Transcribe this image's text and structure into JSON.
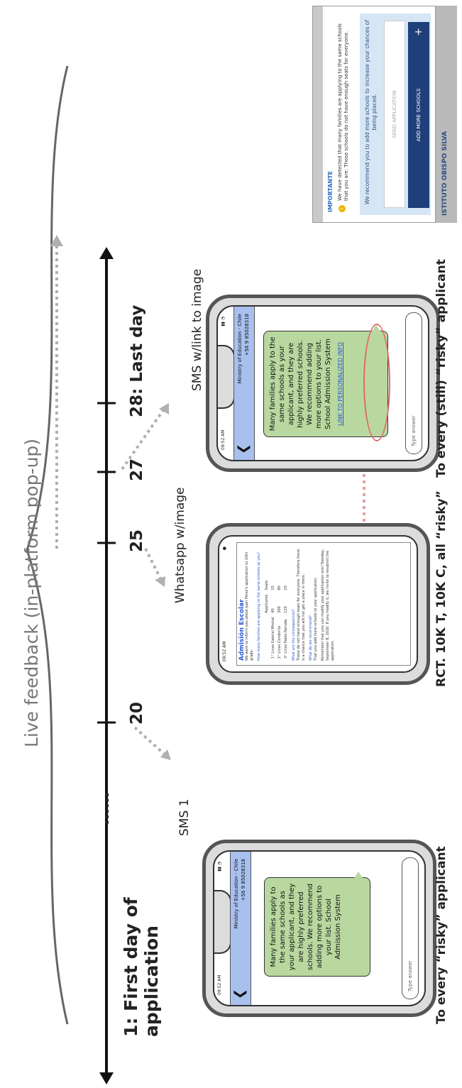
{
  "live_feedback_label": "Live feedback (in-platform pop-up)",
  "timeline": {
    "start_label_line1": "1: First day of",
    "start_label_line2": "application",
    "ellipsis": "......",
    "ticks": [
      "20",
      "25",
      "27",
      "28: Last day"
    ]
  },
  "channels": {
    "sms1": "SMS 1",
    "whatsapp": "Whatsapp w/image",
    "sms_link": "SMS w/link to image"
  },
  "footers": {
    "left": "To every “risky” applicant",
    "middle": "RCT. 10K T, 10K C, all “risky”",
    "right": "To every (still) “risky” applicant"
  },
  "sms_phone": {
    "time": "09:52 AM",
    "sender_line1": "Ministry of Education - Chile",
    "sender_line2": "+56 9 85028318",
    "message": "Many families apply to the same schools as your applicant, and they are highly preferred schools. We recommend adding more options to your list. School Admission System",
    "link_text": "LINK TO PERSONALIZED INFO",
    "type_placeholder": "Type answer"
  },
  "whatsapp_phone": {
    "logo": "Admisión Escolar",
    "intro": "We want to inform you about Juan Pérez's application to 10th grade.",
    "q1": "How many families are applying to the same schools as you?",
    "table_head": [
      "",
      "Applicants",
      "Seats"
    ],
    "table_rows": [
      [
        "1° Liceo Gabriel Mistral",
        "40",
        "15"
      ],
      [
        "2° Liceo Condorito",
        "300",
        "80"
      ],
      [
        "3° Liceo Pablo Neruda",
        "120",
        "20"
      ]
    ],
    "q2": "What are the consequences?",
    "a2": "These do not have enough seats for everyone. Therefore there is a chance that you will not get a place in them.",
    "q3": "What do we recommend?",
    "a3": "That you add more schools to your application.",
    "a4": "Remember that you can modify your application until Tuesday, September 8, 2020. If you modify it, we invite to resubmit the application."
  },
  "popup": {
    "title": "IMPORTANTE",
    "paragraph1": "We have detected that many families are applying to the same schools that you are. Those schools do not have enough seats for everyone.",
    "paragraph2": "We recommend you to add more schools to increase your chances of being placed.",
    "send_button": "SEND APPLICATION",
    "add_button": "ADD MORE SCHOOLS",
    "plus": "+",
    "school_name": "ISTITUTO OBISPO SILVA"
  },
  "colors": {
    "sms_header": "#a8c0ee",
    "bubble": "#b9d89f",
    "arrow_gray": "#b0b0b0",
    "arrow_pink": "#e8a0a0",
    "popup_button": "#1f3f7a"
  }
}
